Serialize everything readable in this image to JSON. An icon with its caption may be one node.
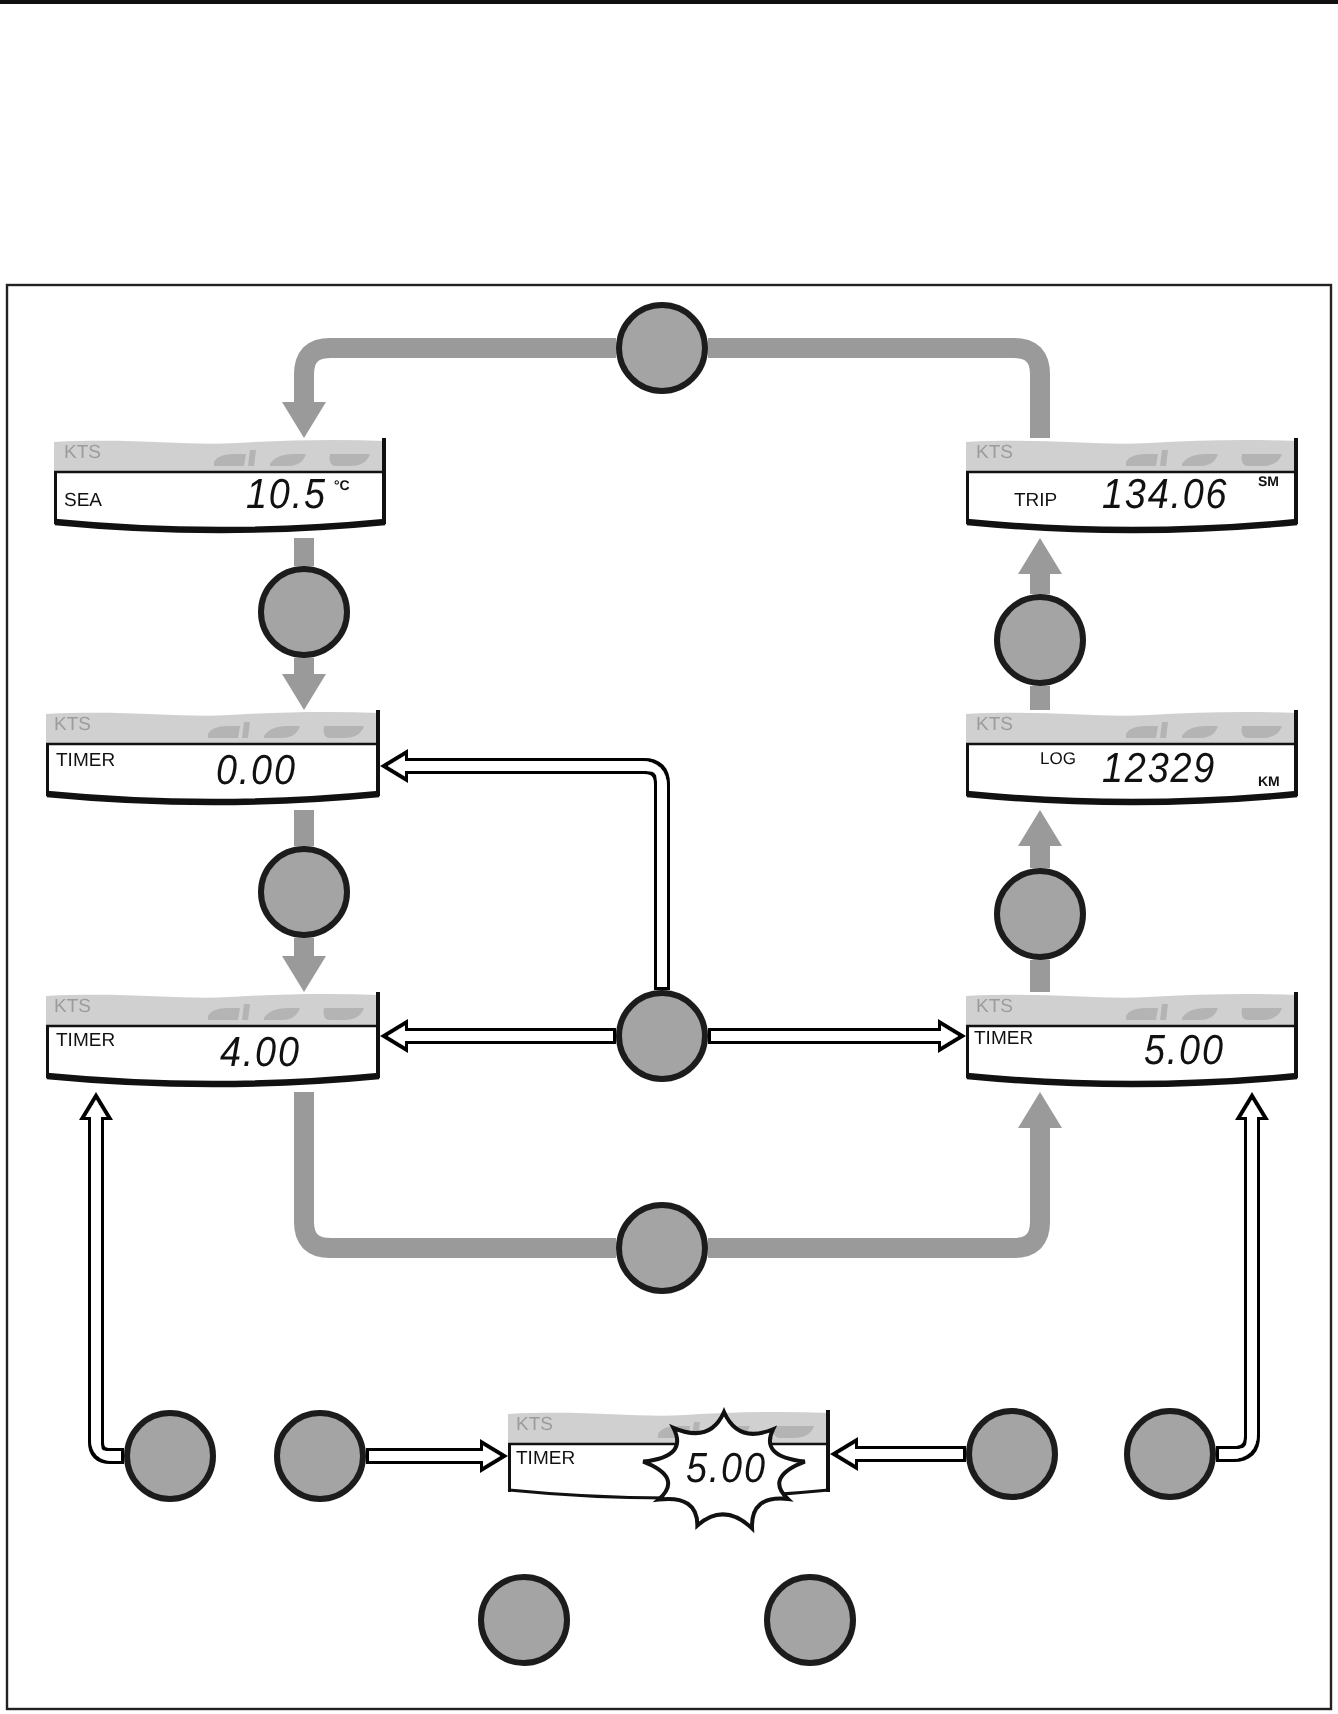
{
  "diagram": {
    "nodes": [
      {
        "text": [],
        "shape": "circle"
      },
      {
        "text": [
          "KTS",
          "SEA",
          "10.5",
          "°C"
        ]
      },
      {
        "text": [
          "KTS",
          "TRIP",
          "134.06",
          "SM"
        ]
      },
      {
        "text": [],
        "shape": "circle"
      },
      {
        "text": [],
        "shape": "circle"
      },
      {
        "text": [
          "KTS",
          "TIMER",
          "0.00"
        ]
      },
      {
        "text": [
          "KTS",
          "LOG",
          "12329",
          "KM"
        ]
      },
      {
        "text": [],
        "shape": "circle"
      },
      {
        "text": [],
        "shape": "circle"
      },
      {
        "text": [
          "KTS",
          "TIMER",
          "4.00"
        ]
      },
      {
        "text": [],
        "shape": "circle"
      },
      {
        "text": [
          "KTS",
          "TIMER",
          "5.00"
        ]
      },
      {
        "text": [],
        "shape": "circle"
      },
      {
        "text": [],
        "shape": "circle"
      },
      {
        "text": [],
        "shape": "circle"
      },
      {
        "text": [
          "KTS",
          "TIMER",
          "5.00"
        ]
      },
      {
        "text": [],
        "shape": "circle"
      },
      {
        "text": [],
        "shape": "circle"
      },
      {
        "text": [],
        "shape": "circle"
      },
      {
        "text": [],
        "shape": "circle"
      }
    ],
    "edges": [
      {
        "from": 2,
        "to": 0,
        "arrow": "none"
      },
      {
        "from": 0,
        "to": 1,
        "arrow": "to"
      },
      {
        "from": 1,
        "to": 3,
        "arrow": "none"
      },
      {
        "from": 3,
        "to": 5,
        "arrow": "to"
      },
      {
        "from": 5,
        "to": 7,
        "arrow": "none"
      },
      {
        "from": 7,
        "to": 9,
        "arrow": "to"
      },
      {
        "from": 9,
        "to": 12,
        "arrow": "none"
      },
      {
        "from": 12,
        "to": 11,
        "arrow": "to"
      },
      {
        "from": 11,
        "to": 8,
        "arrow": "none"
      },
      {
        "from": 8,
        "to": 6,
        "arrow": "to"
      },
      {
        "from": 6,
        "to": 4,
        "arrow": "none"
      },
      {
        "from": 4,
        "to": 2,
        "arrow": "to"
      },
      {
        "from": 10,
        "to": 5,
        "arrow": "to",
        "color": "#000000"
      },
      {
        "from": 10,
        "to": 9,
        "arrow": "to",
        "color": "#000000"
      },
      {
        "from": 10,
        "to": 11,
        "arrow": "to",
        "color": "#000000"
      },
      {
        "from": 13,
        "to": 9,
        "arrow": "to",
        "color": "#000000"
      },
      {
        "from": 14,
        "to": 15,
        "arrow": "to",
        "color": "#000000"
      },
      {
        "from": 16,
        "to": 15,
        "arrow": "to",
        "color": "#000000"
      },
      {
        "from": 17,
        "to": 11,
        "arrow": "to",
        "color": "#000000"
      }
    ]
  }
}
